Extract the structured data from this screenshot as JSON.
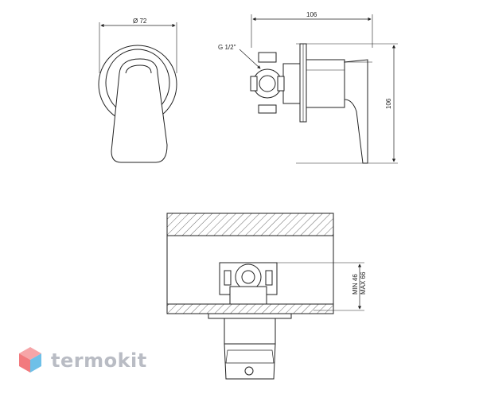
{
  "drawing": {
    "front_view": {
      "diameter_label": "Ø 72"
    },
    "side_view": {
      "width_label": "106",
      "height_label": "106",
      "thread_label": "G 1/2\""
    },
    "install_view": {
      "depth_min_label": "MIN 46",
      "depth_max_label": "MAX 66"
    }
  },
  "watermark": {
    "brand": "termokit",
    "logo_icon": "isometric-cube-logo-icon",
    "colors": [
      "#f27a7e",
      "#6ec0e8",
      "#b9bcc4"
    ]
  }
}
